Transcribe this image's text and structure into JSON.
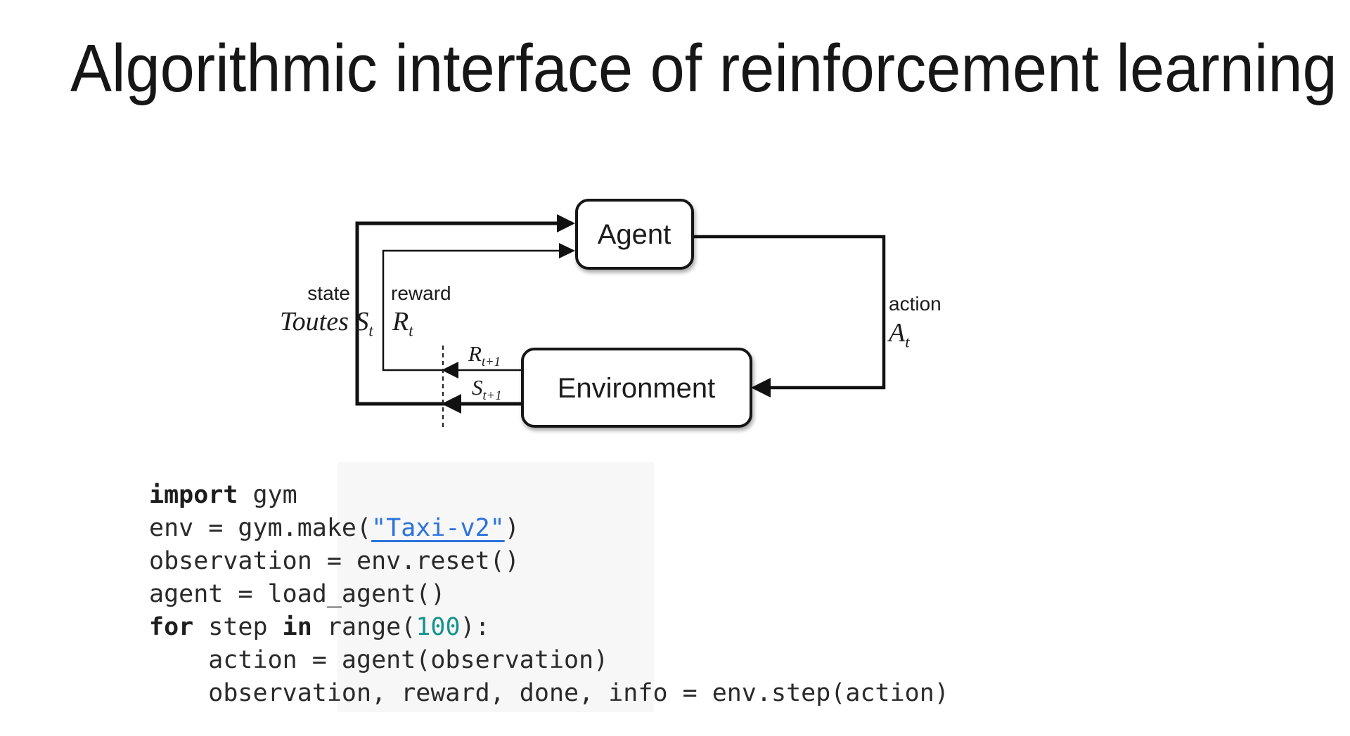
{
  "slide": {
    "title": "Algorithmic interface of reinforcement learning"
  },
  "diagram": {
    "agent_label": "Agent",
    "environment_label": "Environment",
    "state_label": "state",
    "state_symbol": "S",
    "state_sub": "t",
    "reward_label": "reward",
    "reward_symbol": "R",
    "reward_sub": "t",
    "action_label": "action",
    "action_symbol": "A",
    "action_sub": "t",
    "next_reward_symbol": "R",
    "next_reward_sub": "t+1",
    "next_state_symbol": "S",
    "next_state_sub": "t+1"
  },
  "code": {
    "lines": [
      [
        {
          "t": "import",
          "s": "kw"
        },
        {
          "t": " gym",
          "s": "p"
        }
      ],
      [
        {
          "t": "env = gym.make(",
          "s": "p"
        },
        {
          "t": "\"Taxi-v2\"",
          "s": "link"
        },
        {
          "t": ")",
          "s": "p"
        }
      ],
      [
        {
          "t": "observation = env.reset()",
          "s": "p"
        }
      ],
      [
        {
          "t": "agent = load_agent()",
          "s": "p"
        }
      ],
      [
        {
          "t": "for",
          "s": "kw"
        },
        {
          "t": " step ",
          "s": "p"
        },
        {
          "t": "in",
          "s": "kw"
        },
        {
          "t": " range(",
          "s": "p"
        },
        {
          "t": "100",
          "s": "num"
        },
        {
          "t": "):",
          "s": "p"
        }
      ],
      [
        {
          "t": "    action = agent(observation)",
          "s": "p"
        }
      ],
      [
        {
          "t": "    observation, reward, done, info = env.step(action)",
          "s": "p"
        }
      ]
    ]
  },
  "colors": {
    "link_blue": "#2b73dd",
    "number_teal": "#16938d",
    "code_text": "#2a2a2a",
    "diagram_ink": "#111111",
    "backdrop_gray": "#f7f7f7"
  }
}
